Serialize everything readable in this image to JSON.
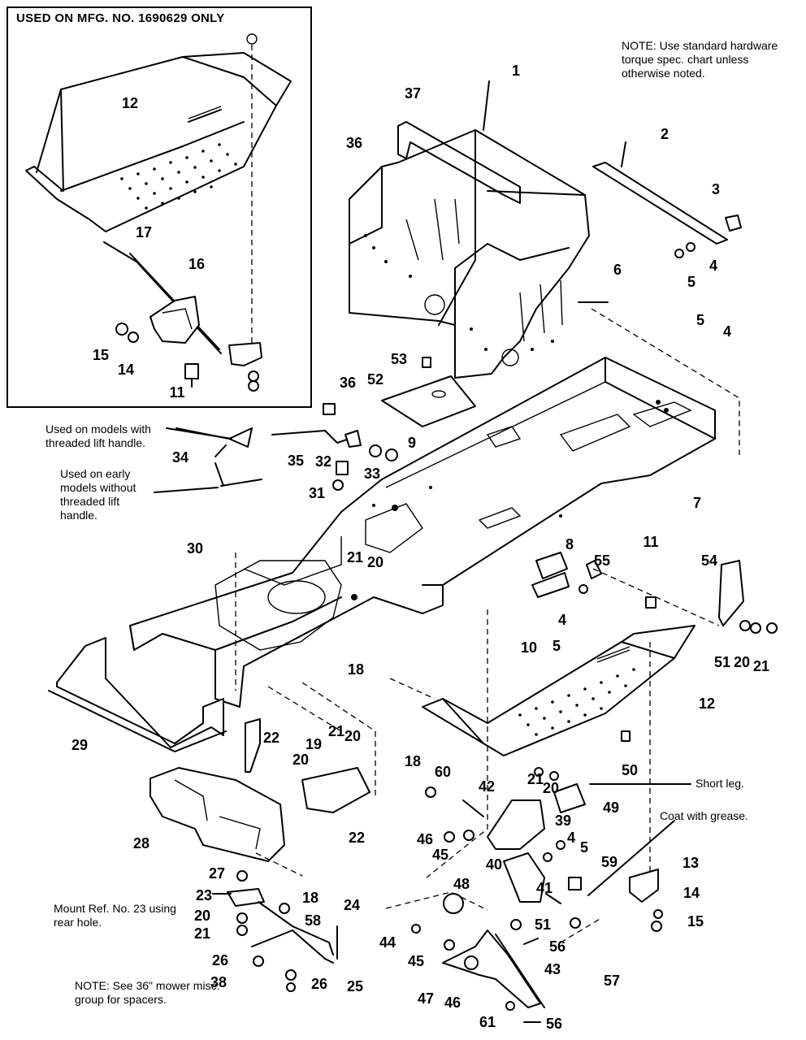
{
  "inset": {
    "title": "USED ON MFG. NO. 1690629 ONLY",
    "labels": [
      "12",
      "17",
      "16",
      "15",
      "14",
      "11"
    ]
  },
  "notes": {
    "torque": "NOTE: Use standard hardware torque spec. chart unless otherwise noted.",
    "threaded": "Used on models with threaded lift handle.",
    "early": "Used on early models without threaded lift handle.",
    "short_leg": "Short leg.",
    "grease": "Coat with grease.",
    "mount": "Mount Ref. No. 23 using rear hole.",
    "spacers": "NOTE: See 36\" mower misc. group for spacers."
  },
  "callouts": [
    "1",
    "37",
    "36",
    "2",
    "3",
    "4",
    "5",
    "6",
    "5",
    "4",
    "53",
    "52",
    "36",
    "9",
    "35",
    "32",
    "33",
    "31",
    "34",
    "7",
    "30",
    "21",
    "20",
    "8",
    "55",
    "11",
    "54",
    "4",
    "5",
    "10",
    "51",
    "20",
    "21",
    "12",
    "18",
    "29",
    "22",
    "19",
    "21",
    "20",
    "20",
    "22",
    "28",
    "27",
    "18",
    "23",
    "20",
    "58",
    "21",
    "24",
    "26",
    "38",
    "26",
    "25",
    "18",
    "60",
    "42",
    "21",
    "20",
    "49",
    "50",
    "46",
    "45",
    "39",
    "4",
    "5",
    "59",
    "40",
    "41",
    "13",
    "14",
    "15",
    "48",
    "51",
    "56",
    "44",
    "45",
    "57",
    "47",
    "46",
    "43",
    "61",
    "56"
  ]
}
